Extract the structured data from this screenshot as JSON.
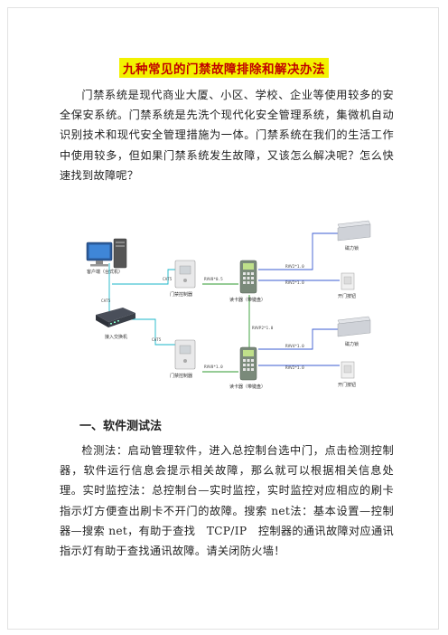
{
  "doc": {
    "title": "九种常见的门禁故障排除和解决办法",
    "intro": "门禁系统是现代商业大厦、小区、学校、企业等使用较多的安全保安系统。门禁系统是先洗个现代化安全管理系统，集微机自动识别技术和现代安全管理措施为一体。门禁系统在我们的生活工作中使用较多，但如果门禁系统发生故障，又该怎么解决呢？怎么快速找到故障呢？",
    "section1_heading": "一、软件测试法",
    "section1_body": "检测法：启动管理软件，进入总控制台选中门，点击检测控制器，软件运行信息会提示相关故障，那么就可以根据相关信息处理。实时监控法：总控制台—实时监控，实时监控对应相应的刷卡指示灯方便查出刷卡不开门的故障。搜索 net法：基本设置—控制器—搜索 net，有助于查找　TCP/IP　控制器的通讯故障对应通讯指示灯有助于查找通讯故障。请关闭防火墙！"
  },
  "diagram": {
    "client_label": "客户端（台式机）",
    "switch_label": "接入交换机",
    "controller1_label": "门禁控制器",
    "controller2_label": "门禁控制器",
    "reader1_label": "读卡器（带键盘）",
    "reader2_label": "读卡器（带键盘）",
    "lock1_label": "磁力锁",
    "lock2_label": "磁力锁",
    "button1_label": "开门按钮",
    "button2_label": "开门按钮",
    "cat5_a": "CAT5",
    "cat5_b": "CAT5",
    "cat5_c": "CAT5",
    "cable_ctrl1_reader": "RVV8*0.5",
    "cable_ctrl2_reader": "RVV8*1.0",
    "cable_reader1_lock": "RVV2*1.0",
    "cable_reader1_button": "RVV2*1.0",
    "cable_reader_link": "RVVP2*1.0",
    "cable_reader2_lock": "RVV4*1.0",
    "cable_reader2_button": "RVV2*1.0"
  },
  "colors": {
    "title_bg": "#f2f200",
    "title_text": "#c00000",
    "network_line": "#19b5c8",
    "signal_line": "#2e9a2e",
    "lock_line": "#3a5bd0"
  }
}
